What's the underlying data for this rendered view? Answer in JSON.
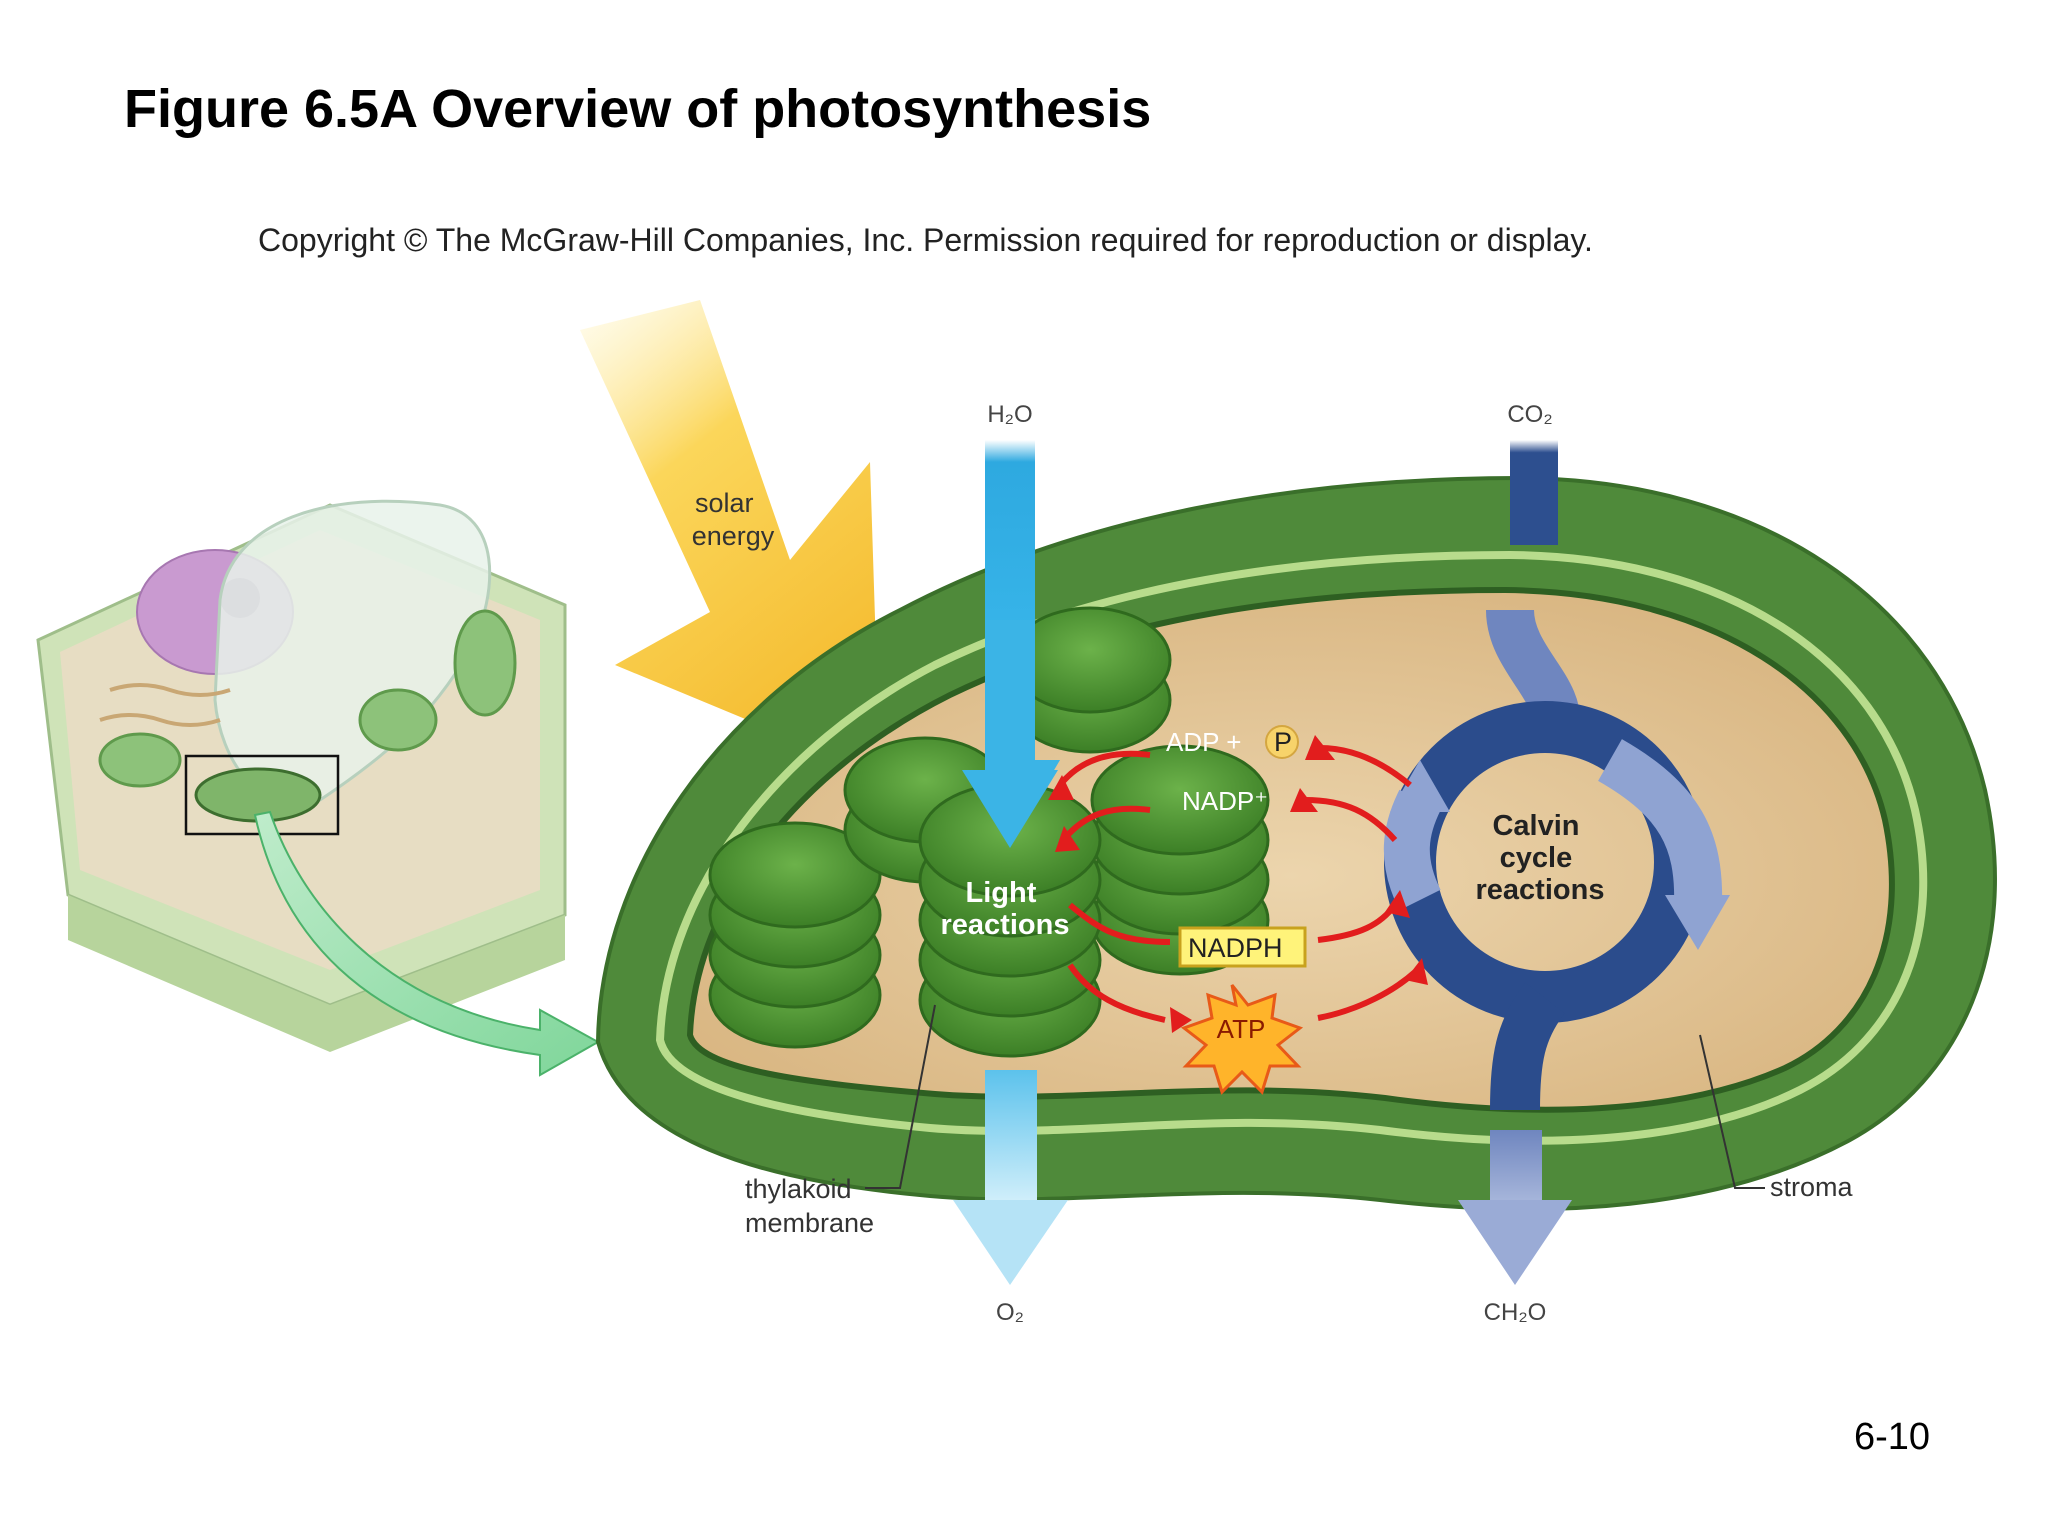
{
  "slide": {
    "title": "Figure 6.5A Overview of photosynthesis",
    "copyright": "Copyright © The McGraw-Hill Companies, Inc. Permission required for reproduction or display.",
    "slide_number": "6-10"
  },
  "diagram": {
    "solar_energy": [
      "solar",
      "energy"
    ],
    "inputs": {
      "h2o": "H₂O",
      "co2": "CO₂"
    },
    "outputs": {
      "o2": "O₂",
      "ch2o": "CH₂O"
    },
    "light_reactions": [
      "Light",
      "reactions"
    ],
    "calvin_cycle": [
      "Calvin",
      "cycle",
      "reactions"
    ],
    "molecules": {
      "adp": "ADP +",
      "phosphate": "P",
      "nadp": "NADP⁺",
      "nadph": "NADPH",
      "atp": "ATP"
    },
    "callouts": {
      "thylakoid": [
        "thylakoid",
        "membrane"
      ],
      "stroma": "stroma"
    }
  },
  "colors": {
    "solar": "#f7c948",
    "water_arrow": "#2ea9e0",
    "co2_arrow": "#2d4f8f",
    "calvin_ring": "#2b4c8c",
    "chloroplast_outer": "#4f8a3a",
    "stroma": "#e3c79a",
    "thylakoid": "#3f8a2c",
    "red_arrow": "#e21d1d"
  }
}
